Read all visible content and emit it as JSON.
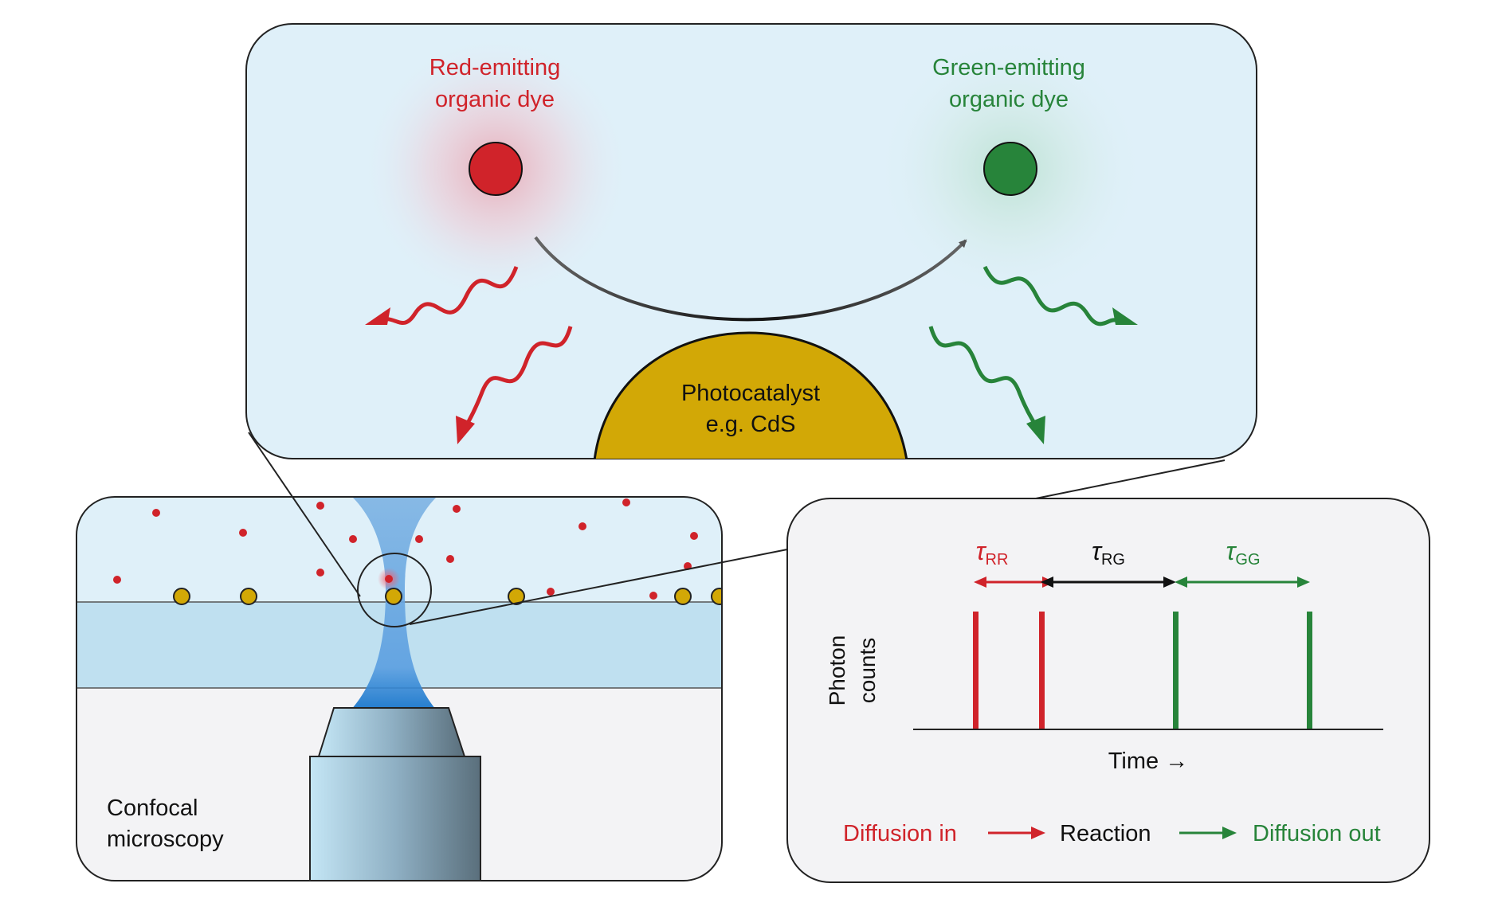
{
  "top_panel": {
    "red_dye_label": [
      "Red-emitting",
      "organic dye"
    ],
    "green_dye_label": [
      "Green-emitting",
      "organic dye"
    ],
    "photocatalyst_label": [
      "Photocatalyst",
      "e.g. CdS"
    ]
  },
  "microscope_panel": {
    "label": [
      "Confocal",
      "microscopy"
    ]
  },
  "trace_panel": {
    "y_label": [
      "Photon",
      "counts"
    ],
    "x_label": "Time →",
    "intervals": [
      {
        "symbol": "τ",
        "subscript": "RR",
        "color": "#d0232a"
      },
      {
        "symbol": "τ",
        "subscript": "RG",
        "color": "#000000"
      },
      {
        "symbol": "τ",
        "subscript": "GG",
        "color": "#27843a"
      }
    ],
    "legend": {
      "diffusion_in": "Diffusion in",
      "reaction": "Reaction",
      "diffusion_out": "Diffusion out"
    }
  },
  "colors": {
    "red": "#d0232a",
    "green": "#27843a",
    "photocatalyst": "#d2a806",
    "solution_bg": "#dff0f9",
    "panel_gray": "#f3f3f5",
    "beam": "#5fa3dd"
  }
}
